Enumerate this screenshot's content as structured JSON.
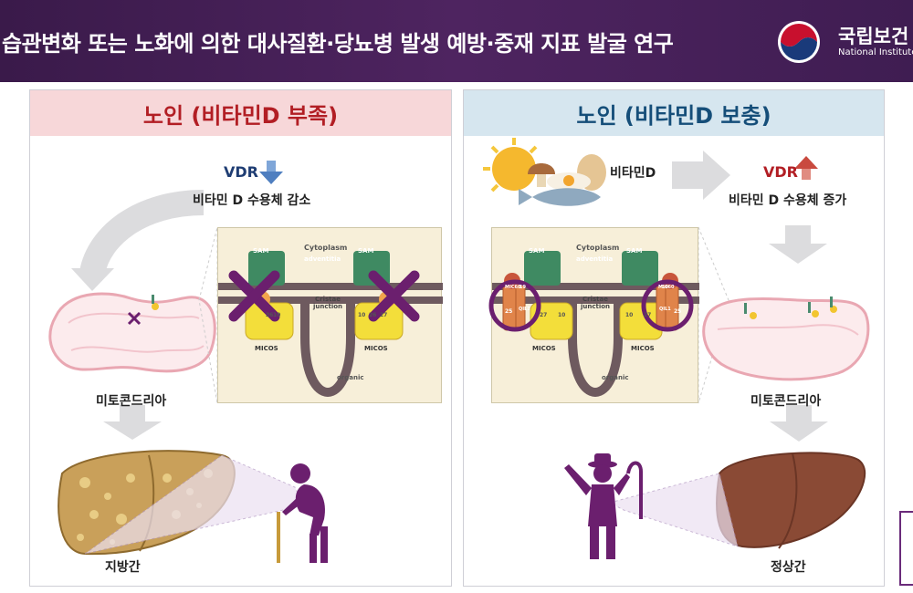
{
  "banner": {
    "title": "습관변화 또는 노화에 의한 대사질환·당뇨병 발생 예방·중재 지표 발굴 연구",
    "org_name": "국립보건",
    "org_sub": "National Institute"
  },
  "left_panel": {
    "header": "노인 (비타민D 부족)",
    "vdr": "VDR",
    "receptor_text": "비타민 D 수용체 감소",
    "mito_label": "미토콘드리아",
    "liver_label": "지방간"
  },
  "right_panel": {
    "header": "노인 (비타민D 보충)",
    "vitd_label": "비타민D",
    "vdr": "VDR",
    "receptor_text": "비타민 D 수용체 증가",
    "mito_label": "미토콘드리아",
    "liver_label": "정상간"
  },
  "inset": {
    "cytoplasm": "Cytoplasm",
    "adventitia": "adventitia",
    "sam": "SAM",
    "cristae": "Cristae junction",
    "micos": "MICOS",
    "organic": "organic",
    "n10": "10",
    "n26": "26",
    "n27": "27",
    "n25": "25",
    "n19": "19",
    "mic60": "MIC60",
    "qil1": "QIL1"
  },
  "colors": {
    "banner": "#4a2360",
    "left_header_bg": "#f7d7d9",
    "left_header_text": "#b21e24",
    "right_header_bg": "#d6e6ef",
    "right_header_text": "#154e79",
    "cross": "#6b1f6e",
    "arrow_down": "#4f7fc0",
    "arrow_up": "#c94a3f"
  },
  "icons": [
    "logo-icon",
    "vdr-down-arrow-icon",
    "vdr-up-arrow-icon",
    "sun-icon",
    "mushroom-icon",
    "egg-icon",
    "fish-icon",
    "mitochondria-icon",
    "fatty-liver-icon",
    "normal-liver-icon",
    "elderly-person-icon",
    "healthy-person-icon",
    "cross-icon"
  ]
}
